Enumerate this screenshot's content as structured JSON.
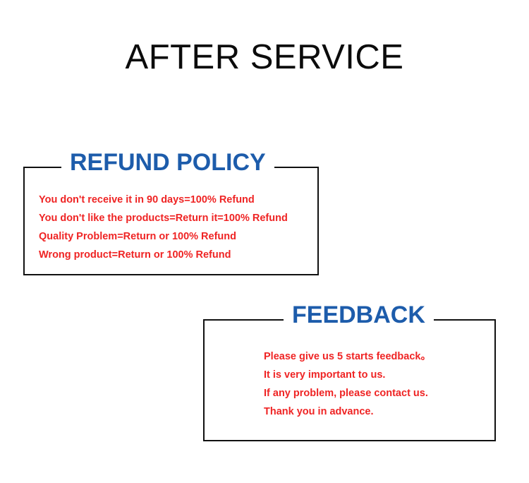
{
  "page": {
    "title": "AFTER SERVICE",
    "background_color": "#ffffff",
    "title_color": "#0b0b0b",
    "heading_color": "#1d5cab",
    "body_text_color": "#ef2424",
    "border_color": "#111111"
  },
  "refund_policy": {
    "heading": "REFUND POLICY",
    "lines": [
      "You don't receive it in 90 days=100% Refund",
      "You don't like the products=Return it=100% Refund",
      "Quality Problem=Return or 100% Refund",
      "Wrong product=Return or 100% Refund"
    ]
  },
  "feedback": {
    "heading": "FEEDBACK",
    "lines": [
      "Please give us 5 starts feedback。",
      "It is very important to us.",
      "If any problem, please contact us.",
      "Thank you in advance."
    ]
  }
}
